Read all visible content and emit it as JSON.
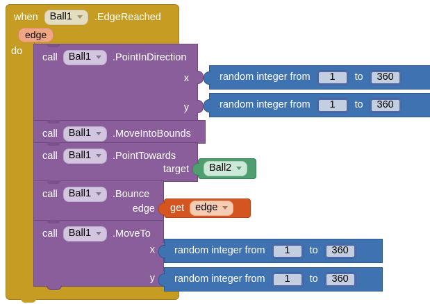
{
  "event_block": {
    "keyword": "when",
    "component": "Ball1",
    "event": ".EdgeReached",
    "parameter": "edge",
    "do_label": "do",
    "color": "#c79c22"
  },
  "statements": [
    {
      "call_label": "call",
      "component": "Ball1",
      "method": ".PointInDirection",
      "args": [
        {
          "name": "x",
          "value_type": "random-integer"
        },
        {
          "name": "y",
          "value_type": "random-integer"
        }
      ]
    },
    {
      "call_label": "call",
      "component": "Ball1",
      "method": ".MoveIntoBounds",
      "args": []
    },
    {
      "call_label": "call",
      "component": "Ball1",
      "method": ".PointTowards",
      "args": [
        {
          "name": "target",
          "value_type": "component-getter",
          "value": "Ball2"
        }
      ]
    },
    {
      "call_label": "call",
      "component": "Ball1",
      "method": ".Bounce",
      "args": [
        {
          "name": "edge",
          "value_type": "variable-get",
          "get_label": "get",
          "value": "edge"
        }
      ]
    },
    {
      "call_label": "call",
      "component": "Ball1",
      "method": ".MoveTo",
      "args": [
        {
          "name": "x",
          "value_type": "random-integer"
        },
        {
          "name": "y",
          "value_type": "random-integer"
        }
      ]
    }
  ],
  "random_block": {
    "label": "random integer from",
    "to_label": "to",
    "from_value": "1",
    "to_value": "360",
    "color": "#3f72b0"
  },
  "colors": {
    "event_gold": "#c79c22",
    "statement_purple": "#8a5d9b",
    "math_blue": "#3f72b0",
    "component_green": "#4e9e6f",
    "variable_orange": "#d4551f",
    "param_peach": "#f0a783"
  }
}
